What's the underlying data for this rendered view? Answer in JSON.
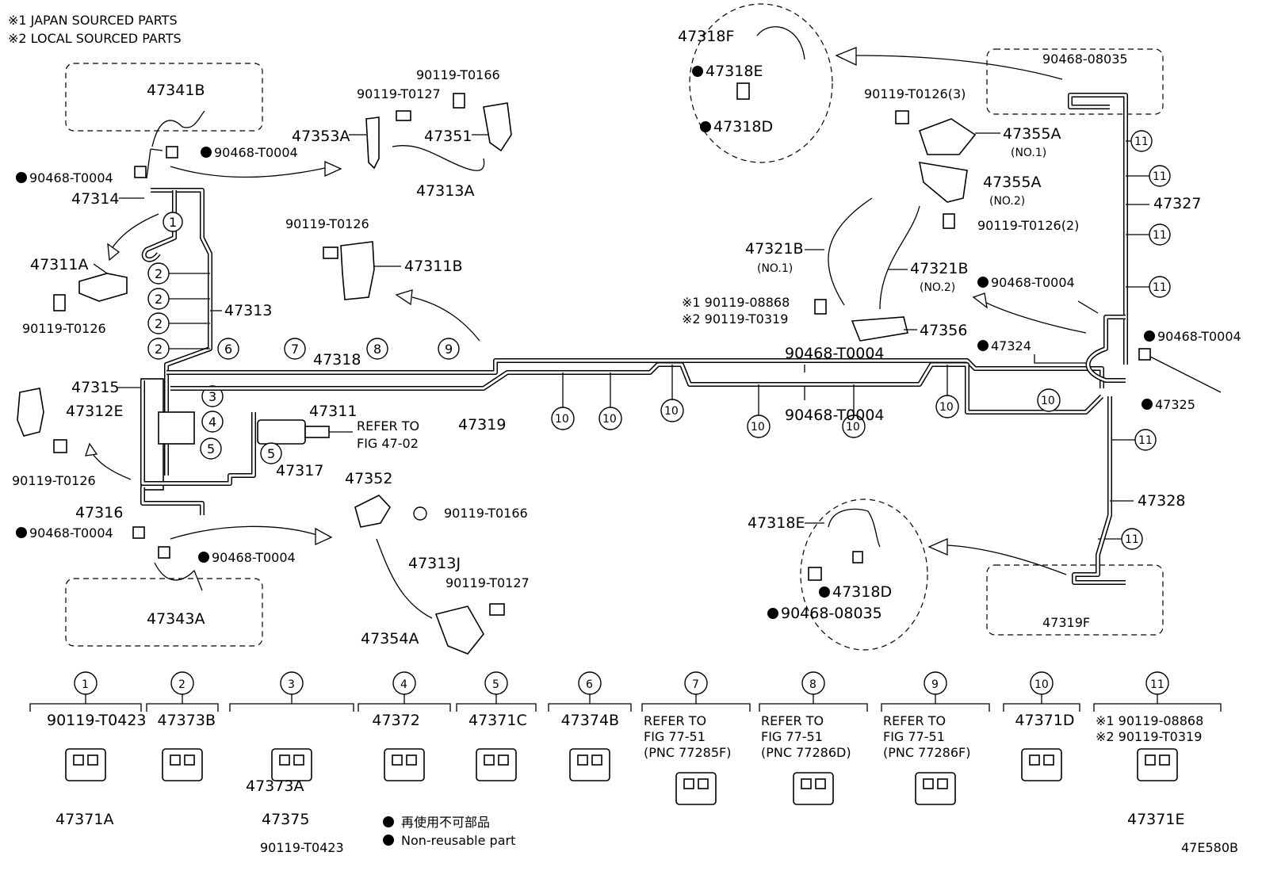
{
  "notes": {
    "japan": "※1 JAPAN SOURCED PARTS",
    "local": "※2 LOCAL SOURCED PARTS"
  },
  "legend": {
    "jp": "再使用不可部品",
    "en": "Non-reusable part"
  },
  "figure_id": "47E580B",
  "callouts": [
    {
      "key": "c47341B",
      "text": "47341B"
    },
    {
      "key": "c90468T0004a",
      "text": "90468-T0004"
    },
    {
      "key": "c90468T0004b",
      "text": "90468-T0004"
    },
    {
      "key": "c47314",
      "text": "47314"
    },
    {
      "key": "c47311A",
      "text": "47311A"
    },
    {
      "key": "c90119T0126a",
      "text": "90119-T0126"
    },
    {
      "key": "c47313",
      "text": "47313"
    },
    {
      "key": "c47315",
      "text": "47315"
    },
    {
      "key": "c47312E",
      "text": "47312E"
    },
    {
      "key": "c90119T0126b",
      "text": "90119-T0126"
    },
    {
      "key": "c47316",
      "text": "47316"
    },
    {
      "key": "c90468T0004c",
      "text": "90468-T0004"
    },
    {
      "key": "c90468T0004d",
      "text": "90468-T0004"
    },
    {
      "key": "c47343A",
      "text": "47343A"
    },
    {
      "key": "c90119T0166a",
      "text": "90119-T0166"
    },
    {
      "key": "c90119T0127a",
      "text": "90119-T0127"
    },
    {
      "key": "c47353A",
      "text": "47353A"
    },
    {
      "key": "c47351",
      "text": "47351"
    },
    {
      "key": "c47313A",
      "text": "47313A"
    },
    {
      "key": "c90119T0126c",
      "text": "90119-T0126"
    },
    {
      "key": "c47311B",
      "text": "47311B"
    },
    {
      "key": "c47318",
      "text": "47318"
    },
    {
      "key": "c47319",
      "text": "47319"
    },
    {
      "key": "c47311",
      "text": "47311"
    },
    {
      "key": "refer1",
      "text": "REFER TO"
    },
    {
      "key": "refer2",
      "text": "FIG 47-02"
    },
    {
      "key": "c47317",
      "text": "47317"
    },
    {
      "key": "c47352",
      "text": "47352"
    },
    {
      "key": "c90119T0166b",
      "text": "90119-T0166"
    },
    {
      "key": "c47313J",
      "text": "47313J"
    },
    {
      "key": "c90119T0127b",
      "text": "90119-T0127"
    },
    {
      "key": "c47354A",
      "text": "47354A"
    },
    {
      "key": "c47318F",
      "text": "47318F"
    },
    {
      "key": "c47318E",
      "text": "47318E"
    },
    {
      "key": "c47318D",
      "text": "47318D"
    },
    {
      "key": "c90468_08035a",
      "text": "90468-08035"
    },
    {
      "key": "c90119T0126_3",
      "text": "90119-T0126(3)"
    },
    {
      "key": "c47355A1",
      "text": "47355A"
    },
    {
      "key": "no1a",
      "text": "(NO.1)"
    },
    {
      "key": "c47355A2",
      "text": "47355A"
    },
    {
      "key": "no2a",
      "text": "(NO.2)"
    },
    {
      "key": "c90119T0126_2",
      "text": "90119-T0126(2)"
    },
    {
      "key": "c47327",
      "text": "47327"
    },
    {
      "key": "c47321B1",
      "text": "47321B"
    },
    {
      "key": "no1b",
      "text": "(NO.1)"
    },
    {
      "key": "c47321B2",
      "text": "47321B"
    },
    {
      "key": "no2b",
      "text": "(NO.2)"
    },
    {
      "key": "c90119_08868",
      "text": "※1 90119-08868"
    },
    {
      "key": "c90119T0319",
      "text": "※2 90119-T0319"
    },
    {
      "key": "c47356",
      "text": "47356"
    },
    {
      "key": "c90468T0004e",
      "text": "90468-T0004"
    },
    {
      "key": "c90468T0004f",
      "text": "90468-T0004"
    },
    {
      "key": "c90468T0004g",
      "text": "90468-T0004"
    },
    {
      "key": "c90468T0004h",
      "text": "90468-T0004"
    },
    {
      "key": "c47324",
      "text": "47324"
    },
    {
      "key": "c47325",
      "text": "47325"
    },
    {
      "key": "c47328",
      "text": "47328"
    },
    {
      "key": "c47319F",
      "text": "47319F"
    },
    {
      "key": "c47318E2",
      "text": "47318E"
    },
    {
      "key": "c47318D2",
      "text": "47318D"
    },
    {
      "key": "c90468_08035b",
      "text": "90468-08035"
    }
  ],
  "bottom_parts": [
    {
      "num": "1",
      "lines": [
        "90119-T0423"
      ],
      "part": "47371A"
    },
    {
      "num": "2",
      "lines": [
        "47373B"
      ],
      "part": ""
    },
    {
      "num": "3",
      "lines": [],
      "part": "47375",
      "extra": [
        "47373A",
        "90119-T0423"
      ]
    },
    {
      "num": "4",
      "lines": [
        "47372"
      ],
      "part": ""
    },
    {
      "num": "5",
      "lines": [
        "47371C"
      ],
      "part": ""
    },
    {
      "num": "6",
      "lines": [
        "47374B"
      ],
      "part": ""
    },
    {
      "num": "7",
      "lines": [
        "REFER TO",
        "FIG 77-51",
        "(PNC 77285F)"
      ],
      "part": ""
    },
    {
      "num": "8",
      "lines": [
        "REFER TO",
        "FIG 77-51",
        "(PNC 77286D)"
      ],
      "part": ""
    },
    {
      "num": "9",
      "lines": [
        "REFER TO",
        "FIG 77-51",
        "(PNC 77286F)"
      ],
      "part": ""
    },
    {
      "num": "10",
      "lines": [
        "47371D"
      ],
      "part": ""
    },
    {
      "num": "11",
      "lines": [
        "※1 90119-08868",
        "※2 90119-T0319"
      ],
      "part": "47371E"
    }
  ]
}
